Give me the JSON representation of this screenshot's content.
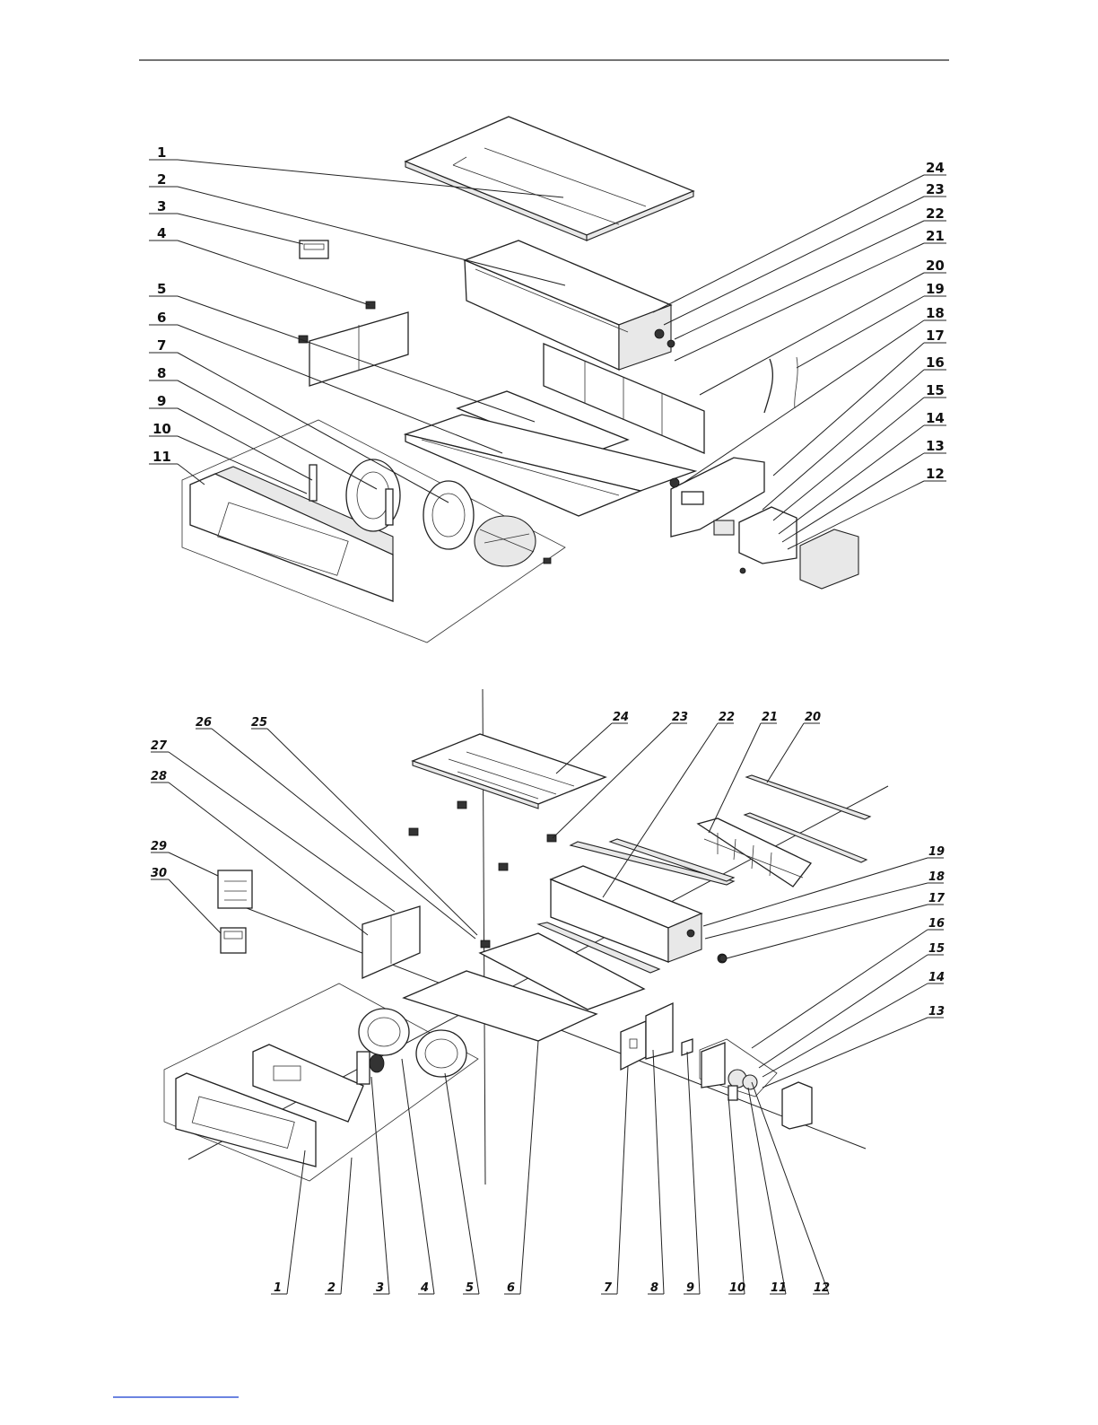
{
  "diagram_top": {
    "labels_left": [
      "1",
      "2",
      "3",
      "4",
      "5",
      "6",
      "7",
      "8",
      "9",
      "10",
      "11"
    ],
    "labels_right": [
      "24",
      "23",
      "22",
      "21",
      "20",
      "19",
      "18",
      "17",
      "16",
      "15",
      "14",
      "13",
      "12"
    ]
  },
  "diagram_bottom": {
    "labels_top": [
      "26",
      "25",
      "24",
      "23",
      "22",
      "21",
      "20"
    ],
    "labels_left": [
      "27",
      "28",
      "29",
      "30"
    ],
    "labels_right": [
      "19",
      "18",
      "17",
      "16",
      "15",
      "14",
      "13"
    ],
    "labels_bottom": [
      "1",
      "2",
      "3",
      "4",
      "5",
      "6",
      "7",
      "8",
      "9",
      "10",
      "11",
      "12"
    ]
  },
  "colors": {
    "line": "#222222",
    "footer_rule": "#3b5bd6"
  }
}
